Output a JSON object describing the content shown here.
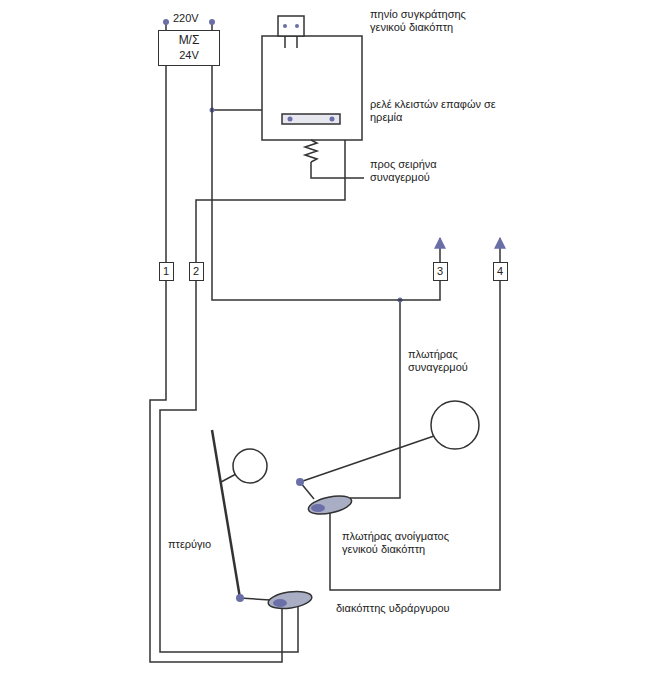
{
  "diagram": {
    "nodes": [
      {
        "text": [
          "Μ/Σ",
          "24V"
        ]
      },
      {
        "text": [
          "1"
        ]
      },
      {
        "text": [
          "2"
        ]
      },
      {
        "text": [
          "3"
        ]
      },
      {
        "text": [
          "4"
        ]
      }
    ],
    "edges": [
      {
        "from": 0,
        "to": 1,
        "arrow": "none"
      },
      {
        "from": 0,
        "to": 3,
        "arrow": "none"
      }
    ],
    "labels": [
      "220V",
      "πηνίο συγκράτησης γενικού διακόπτη",
      "ρελέ κλειστών επαφών σε ηρεμία",
      "προς σειρήνα συναγερμού",
      "πλωτήρας συναγερμού",
      "πτερύγιο",
      "πλωτήρας ανοίγματος γενικού διακόπτη",
      "διακόπτης υδράργυρου"
    ]
  }
}
